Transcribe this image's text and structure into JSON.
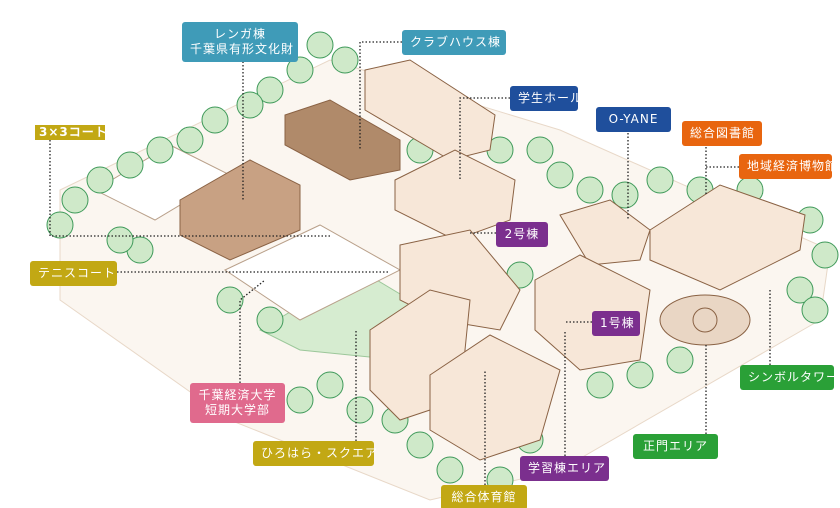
{
  "map": {
    "colors": {
      "teal": "#3f9bb8",
      "blue": "#1f4f9c",
      "orange": "#e8650f",
      "olive": "#c2a814",
      "purple": "#7b2f8e",
      "green": "#2aa037",
      "pink": "#e06a8d",
      "tree": "#cfe9c9",
      "tree_stroke": "#3f9a5a",
      "roof": "#b08a6a",
      "wall": "#f7e7d8",
      "field": "#d6ecd0"
    },
    "labels": [
      {
        "id": "renga",
        "lines": [
          "レンガ棟",
          "千葉県有形文化財"
        ],
        "color": "teal"
      },
      {
        "id": "clubhouse",
        "lines": [
          "クラブハウス棟"
        ],
        "color": "teal"
      },
      {
        "id": "student-hall",
        "lines": [
          "学生ホール"
        ],
        "color": "blue"
      },
      {
        "id": "o-yane",
        "lines": [
          "O-YANE"
        ],
        "color": "blue"
      },
      {
        "id": "library",
        "lines": [
          "総合図書館"
        ],
        "color": "orange"
      },
      {
        "id": "museum",
        "lines": [
          "地域経済博物館"
        ],
        "color": "orange"
      },
      {
        "id": "court-3x3",
        "lines": [
          "3×3コート"
        ],
        "color": "olive"
      },
      {
        "id": "building-2",
        "lines": [
          "2号棟"
        ],
        "color": "purple"
      },
      {
        "id": "tennis",
        "lines": [
          "テニスコート"
        ],
        "color": "olive"
      },
      {
        "id": "building-1",
        "lines": [
          "1号棟"
        ],
        "color": "purple"
      },
      {
        "id": "symbol-tower",
        "lines": [
          "シンボルタワー"
        ],
        "color": "green"
      },
      {
        "id": "junior-college",
        "lines": [
          "千葉経済大学",
          "短期大学部"
        ],
        "color": "pink"
      },
      {
        "id": "hirohara",
        "lines": [
          "ひろはら・スクエア"
        ],
        "color": "olive"
      },
      {
        "id": "main-gate",
        "lines": [
          "正門エリア"
        ],
        "color": "green"
      },
      {
        "id": "study-area",
        "lines": [
          "学習棟エリア"
        ],
        "color": "purple"
      },
      {
        "id": "gym",
        "lines": [
          "総合体育館"
        ],
        "color": "olive"
      }
    ]
  }
}
